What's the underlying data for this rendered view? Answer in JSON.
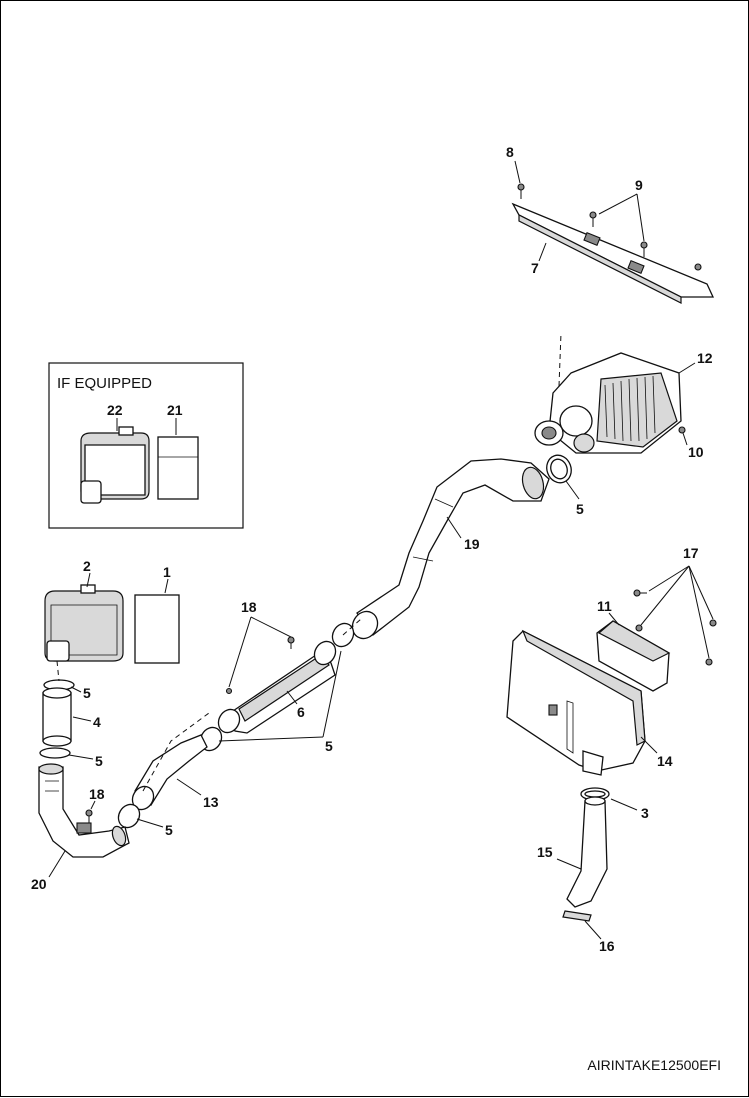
{
  "inset": {
    "title": "IF EQUIPPED"
  },
  "callouts": {
    "c1": "1",
    "c2": "2",
    "c3": "3",
    "c4": "4",
    "c5a": "5",
    "c5b": "5",
    "c5c": "5",
    "c5d": "5",
    "c5e": "5",
    "c6": "6",
    "c7": "7",
    "c8": "8",
    "c9": "9",
    "c10": "10",
    "c11": "11",
    "c12": "12",
    "c13": "13",
    "c14": "14",
    "c15": "15",
    "c16": "16",
    "c17": "17",
    "c18a": "18",
    "c18b": "18",
    "c19": "19",
    "c20": "20",
    "c21": "21",
    "c22": "22"
  },
  "diagram_code": "AIRINTAKE12500EFI"
}
